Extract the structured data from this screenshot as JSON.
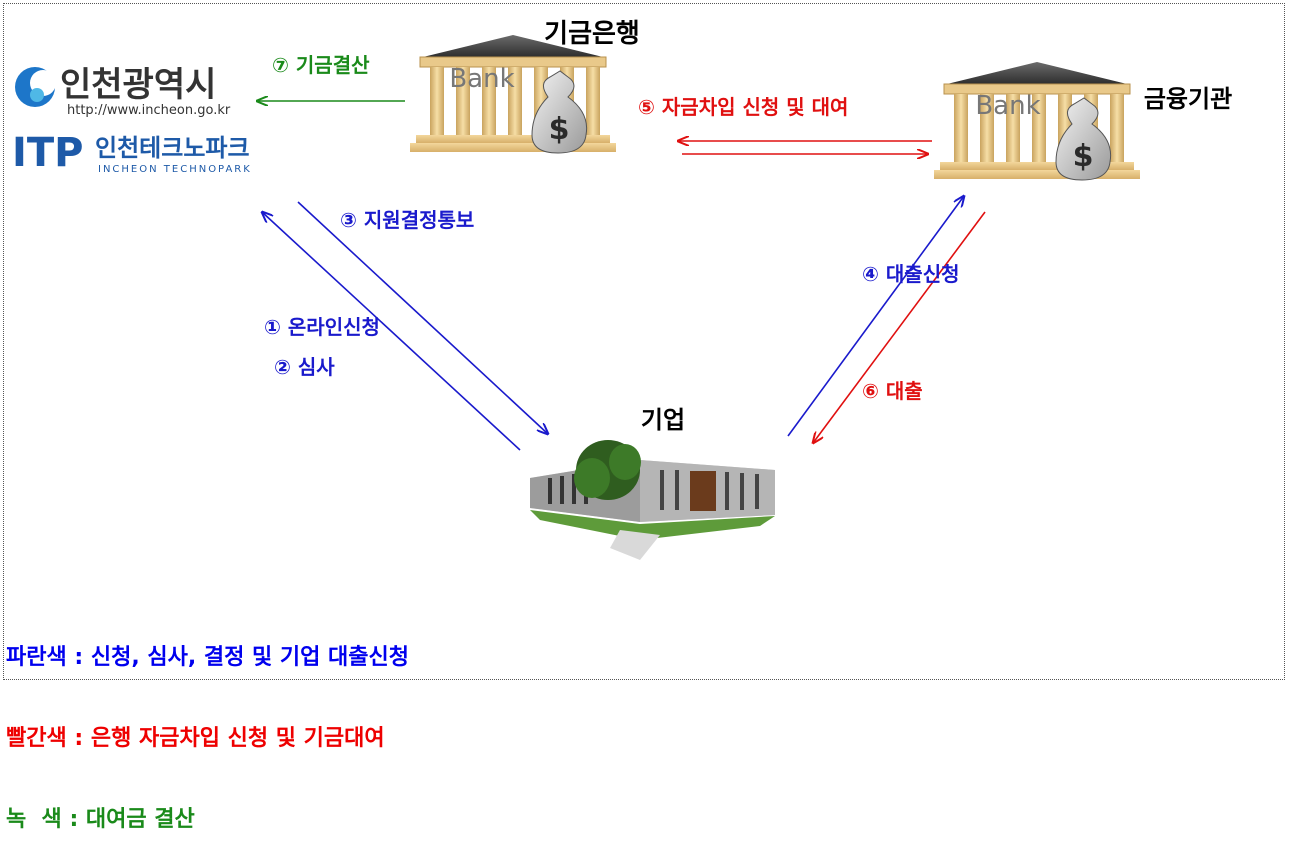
{
  "nodes": {
    "city": {
      "name": "인천광역시",
      "url": "http://www.incheon.go.kr",
      "org_abbr": "ITP",
      "org_name": "인천테크노파크",
      "org_name_en": "INCHEON TECHNOPARK"
    },
    "fund_bank": {
      "label": "기금은행",
      "sign": "Bank"
    },
    "fin_inst": {
      "label": "금융기관",
      "sign": "Bank"
    },
    "company": {
      "label": "기업"
    }
  },
  "steps": {
    "s1": "① 온라인신청",
    "s2": "② 심사",
    "s3": "③ 지원결정통보",
    "s4": "④ 대출신청",
    "s5": "⑤ 자금차입 신청 및 대여",
    "s6": "⑥ 대출",
    "s7": "⑦ 기금결산"
  },
  "legend": [
    {
      "text": "파란색 : 신청, 심사, 결정 및 기업 대출신청",
      "color": "#0000ee"
    },
    {
      "text": "빨간색 : 은행 자금차입 신청 및 기금대여",
      "color": "#ee0000"
    },
    {
      "text": "녹  색 : 대여금 결산",
      "color": "#1a8a1a"
    }
  ],
  "colors": {
    "blue": "#1a1acc",
    "red": "#e01010",
    "green": "#1a8a1a"
  }
}
